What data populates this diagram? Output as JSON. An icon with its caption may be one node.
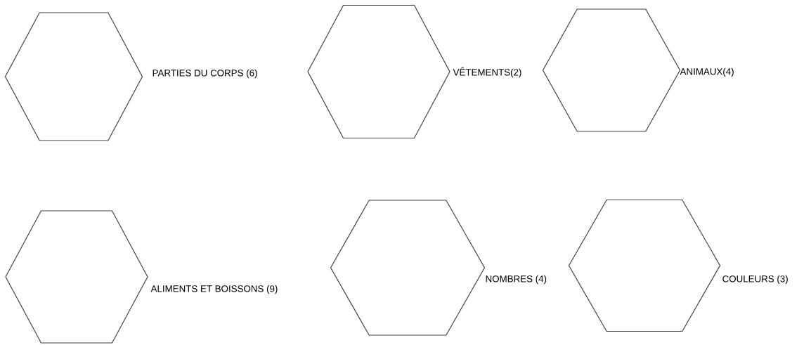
{
  "diagram": {
    "nodes": [
      {
        "text": [],
        "shape": "hexagon",
        "beside": [
          "PARTIES DU CORPS (6)"
        ]
      },
      {
        "text": [],
        "shape": "hexagon",
        "beside": [
          "VÊTEMENTS(2)"
        ]
      },
      {
        "text": [],
        "shape": "hexagon",
        "beside": [
          "ANIMAUX(4)"
        ]
      },
      {
        "text": [],
        "shape": "hexagon",
        "beside": [
          "ALIMENTS ET BOISSONS (9)"
        ]
      },
      {
        "text": [],
        "shape": "hexagon",
        "beside": [
          "NOMBRES (4)"
        ]
      },
      {
        "text": [],
        "shape": "hexagon",
        "beside": [
          "COULEURS (3)"
        ]
      }
    ]
  }
}
